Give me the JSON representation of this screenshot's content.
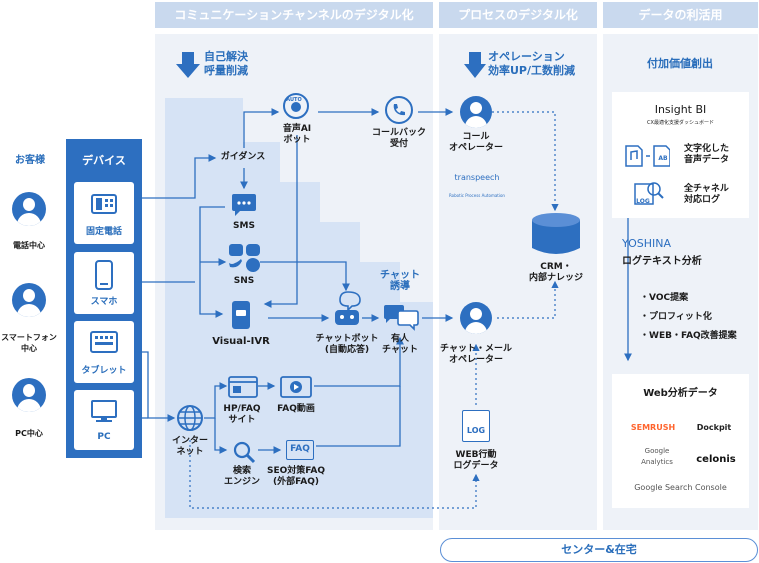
{
  "headers": {
    "digital_channels": "コミュニケーションチャンネルのデジタル化",
    "process": "プロセスのデジタル化",
    "data_use": "データの利活用"
  },
  "customers": {
    "title": "お客様",
    "phone": "電話中心",
    "smartphone": "スマートフォン\n中心",
    "pc": "PC中心"
  },
  "devices": {
    "title": "デバイス",
    "landline": "固定電話",
    "smartphone": "スマホ",
    "tablet": "タブレット",
    "pc": "PC"
  },
  "flow": {
    "self_solve": "自己解決\n呼量削減",
    "guidance": "ガイダンス",
    "voice_ai_bot": "音声AI\nボット",
    "auto": "AUTO",
    "callback": "コールバック\n受付",
    "sms": "SMS",
    "sns": "SNS",
    "visual_ivr": "Visual-IVR",
    "chatbot": "チャットボット\n(自動応答)",
    "chat_guidance": "チャット\n誘導",
    "manned_chat": "有人\nチャット",
    "hp_faq": "HP/FAQ\nサイト",
    "faq_video": "FAQ動画",
    "search_engine": "検索\nエンジン",
    "seo_faq": "SEO対策FAQ\n(外部FAQ)",
    "internet": "インター\nネット",
    "faq_icon": "FAQ"
  },
  "process": {
    "efficiency": "オペレーション\n効率UP/工数削減",
    "call_operator": "コール\nオペレーター",
    "transpeech": "transpeech",
    "rpa": "Robotic Process Automation",
    "crm": "CRM・\n内部ナレッジ",
    "chat_mail_operator": "チャット・メール\nオペレーター",
    "log_icon": "LOG",
    "web_log": "WEB行動\nログデータ"
  },
  "data": {
    "value_creation": "付加価値創出",
    "insight_bi": "Insight BI",
    "insight_sub": "CX最適化支援ダッシュボード",
    "text_audio": "文字化した\n音声データ",
    "all_channel_log": "全チャネル\n対応ログ",
    "yoshina": "YOSHINA",
    "log_text_analysis": "ログテキスト分析",
    "bullets": [
      "VOC提案",
      "プロフィット化",
      "WEB・FAQ改善提案"
    ],
    "web_analytics_title": "Web分析データ",
    "semrush": "SEMRUSH",
    "dockpit": "Dockpit",
    "google_analytics": "Google\nAnalytics",
    "celonis": "celonis",
    "google_search_console": "Google Search Console",
    "ab": "AB",
    "log2": "LOG"
  },
  "footer": {
    "center_home": "センター&在宅"
  },
  "colors": {
    "accent": "#2d6fc0",
    "header_bg": "#c9d9ee",
    "panel_bg": "#eef2f8",
    "staircase_bg": "#d6e3f5"
  }
}
